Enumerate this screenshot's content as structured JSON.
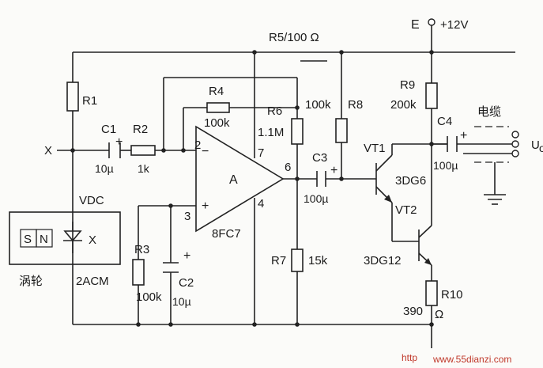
{
  "supply": {
    "node": "E",
    "voltage": "+12V"
  },
  "r5": "R5/100 Ω",
  "r1": "R1",
  "c1": {
    "name": "C1",
    "value": "10µ"
  },
  "r2": {
    "name": "R2",
    "value": "1k"
  },
  "r4": {
    "name": "R4",
    "value": "100k"
  },
  "r6": {
    "name": "R6",
    "value": "1.1M"
  },
  "r8": {
    "name": "R8",
    "value": "100k"
  },
  "r9": {
    "name": "R9",
    "value": "200k"
  },
  "c3": {
    "name": "C3",
    "value": "100µ"
  },
  "c4": {
    "name": "C4",
    "value": "100µ"
  },
  "r3": {
    "name": "R3",
    "value": "100k"
  },
  "c2": {
    "name": "C2",
    "value": "10µ"
  },
  "r7": {
    "name": "R7",
    "value": "15k"
  },
  "r10": {
    "name": "R10",
    "value": "390",
    "unit": "Ω"
  },
  "opamp": {
    "name": "A",
    "part": "8FC7",
    "pin2": "2",
    "pin3": "3",
    "pin4": "4",
    "pin6": "6",
    "pin7": "7",
    "minus": "−",
    "plus": "+"
  },
  "vt1": {
    "name": "VT1",
    "part": "3DG6"
  },
  "vt2": {
    "name": "VT2",
    "part": "3DG12"
  },
  "node_x": "X",
  "vdc": "VDC",
  "sensor": {
    "s": "S",
    "n": "N",
    "x": "X",
    "part": "2ACM",
    "label": "涡轮"
  },
  "cable_label": "电缆",
  "output_label": "U",
  "output_sub": "o",
  "watermark": {
    "left": "http",
    "right": "www.55dianzi.com"
  }
}
